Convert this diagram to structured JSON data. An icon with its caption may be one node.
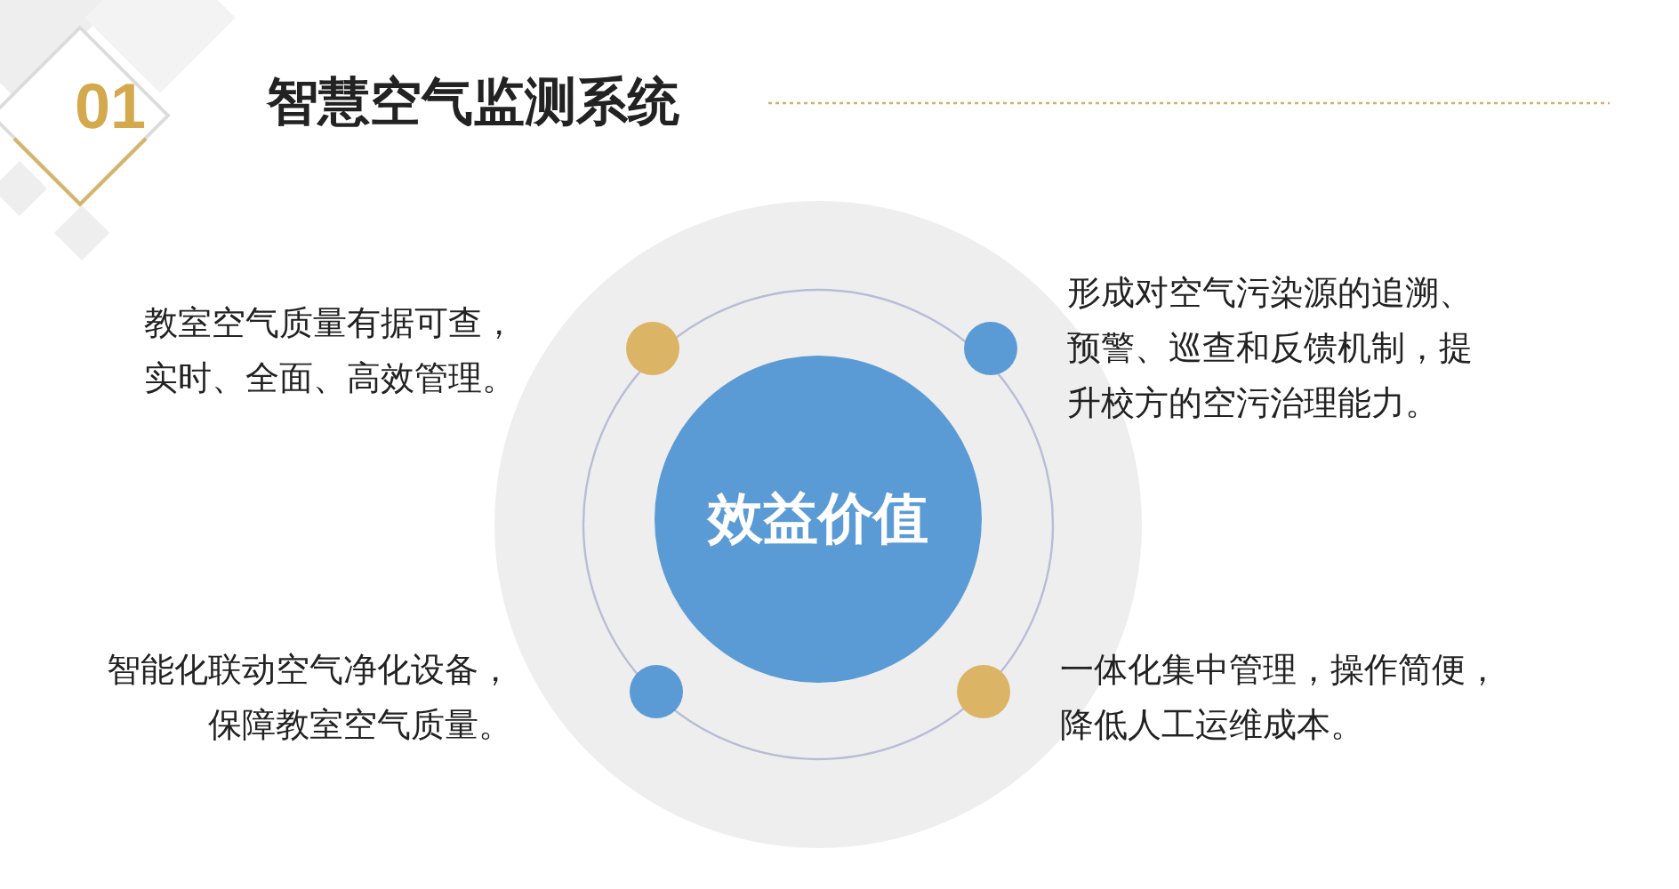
{
  "diagram": {
    "title": "智慧空气监测系统",
    "nodes": [
      {
        "text": [
          "效益价值"
        ]
      },
      {
        "text": [],
        "shape": "circle",
        "beside": [
          "教室空气质量有据可查，实时、全面、高效管理。"
        ]
      },
      {
        "text": [],
        "shape": "circle",
        "beside": [
          "形成对空气污染源的追溯、预警、巡查和反馈机制，提升校方的空污治理能力。"
        ]
      },
      {
        "text": [],
        "shape": "circle",
        "beside": [
          "智能化联动空气净化设备，保障教室空气质量。"
        ]
      },
      {
        "text": [],
        "shape": "circle",
        "beside": [
          "一体化集中管理，操作简便，降低人工运维成本。"
        ]
      }
    ],
    "labels": [
      "01"
    ]
  }
}
